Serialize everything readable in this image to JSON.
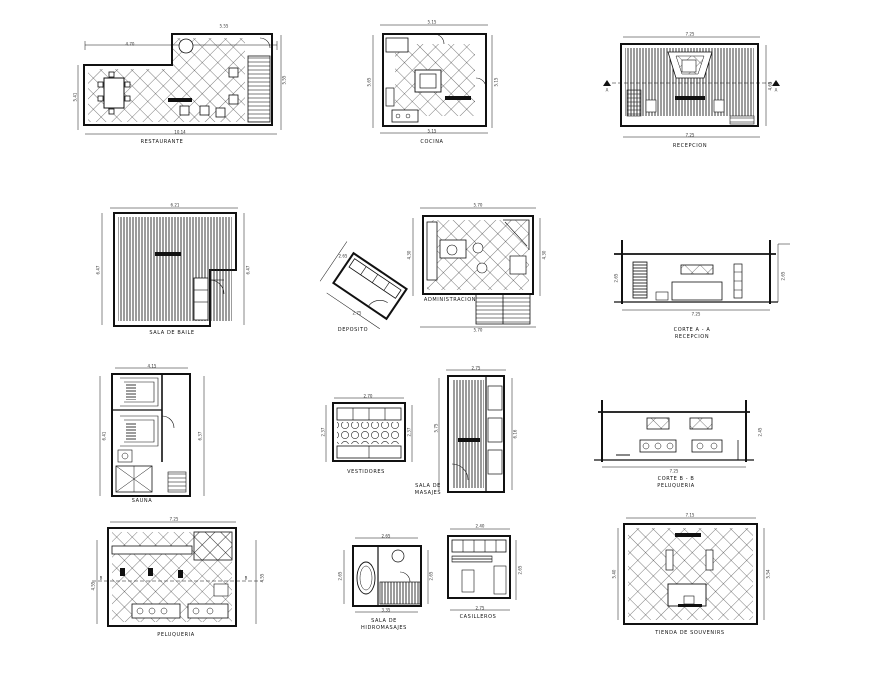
{
  "colors": {
    "line": "#111111",
    "hatch": "#222222",
    "paper": "#ffffff"
  },
  "drawings": {
    "restaurante": {
      "title": "RESTAURANTE",
      "dims": {
        "top": "5.55",
        "top2": "4.70",
        "left": "5.41",
        "right": "5.55",
        "bottom": "10.14"
      }
    },
    "cocina": {
      "title": "COCINA",
      "dims": {
        "top": "5.15",
        "left": "5.65",
        "right": "5.15",
        "bottom": "5.15"
      }
    },
    "recepcion": {
      "title": "RECEPCION",
      "dims": {
        "top": "7.25",
        "bottom": "7.25",
        "right": "4.65",
        "cut": "A"
      }
    },
    "sala_baile": {
      "title": "SALA DE BAILE",
      "dims": {
        "top": "6.21",
        "left": "6.47",
        "right": "6.47"
      }
    },
    "deposito": {
      "title": "DEPOSITO",
      "dims": {
        "a": "2.65",
        "b": "2.75"
      }
    },
    "administracion": {
      "title": "ADMINISTRACION",
      "dims": {
        "top": "5.70",
        "left": "4.30",
        "right": "4.30",
        "bottom": "5.70"
      }
    },
    "corte_a": {
      "title": "CORTE A - A",
      "subtitle": "RECEPCION",
      "dims": {
        "bottom": "7.25",
        "left": "2.65",
        "right": "2.65"
      }
    },
    "sauna": {
      "title": "SAUNA",
      "dims": {
        "top": "4.15",
        "left": "6.41",
        "right": "6.37"
      }
    },
    "vestidores": {
      "title": "VESTIDORES",
      "dims": {
        "top": "2.70",
        "left": "2.37",
        "right": "2.37"
      }
    },
    "sala_masajes": {
      "title": "SALA DE",
      "title2": "MASAJES",
      "dims": {
        "top": "2.75",
        "left": "5.75",
        "right": "6.16"
      }
    },
    "corte_b": {
      "title": "CORTE  B - B",
      "subtitle": "PELUQUERIA",
      "dims": {
        "bottom": "7.25",
        "right": "2.45"
      }
    },
    "peluqueria": {
      "title": "PELUQUERIA",
      "dims": {
        "top": "7.25",
        "left": "4.55",
        "right": "4.55",
        "cut": "B"
      }
    },
    "hidromasajes": {
      "title": "SALA DE",
      "title2": "HIDROMASAJES",
      "dims": {
        "top": "2.65",
        "left": "2.65",
        "right": "2.65",
        "bottom": "3.35"
      }
    },
    "casilleros": {
      "title": "CASILLEROS",
      "dims": {
        "top": "2.40",
        "right": "2.65",
        "bottom": "2.75"
      }
    },
    "souvenir": {
      "title": "TIENDA DE SOUVENIRS",
      "dims": {
        "top": "7.15",
        "left": "5.40",
        "right": "5.54"
      }
    }
  }
}
